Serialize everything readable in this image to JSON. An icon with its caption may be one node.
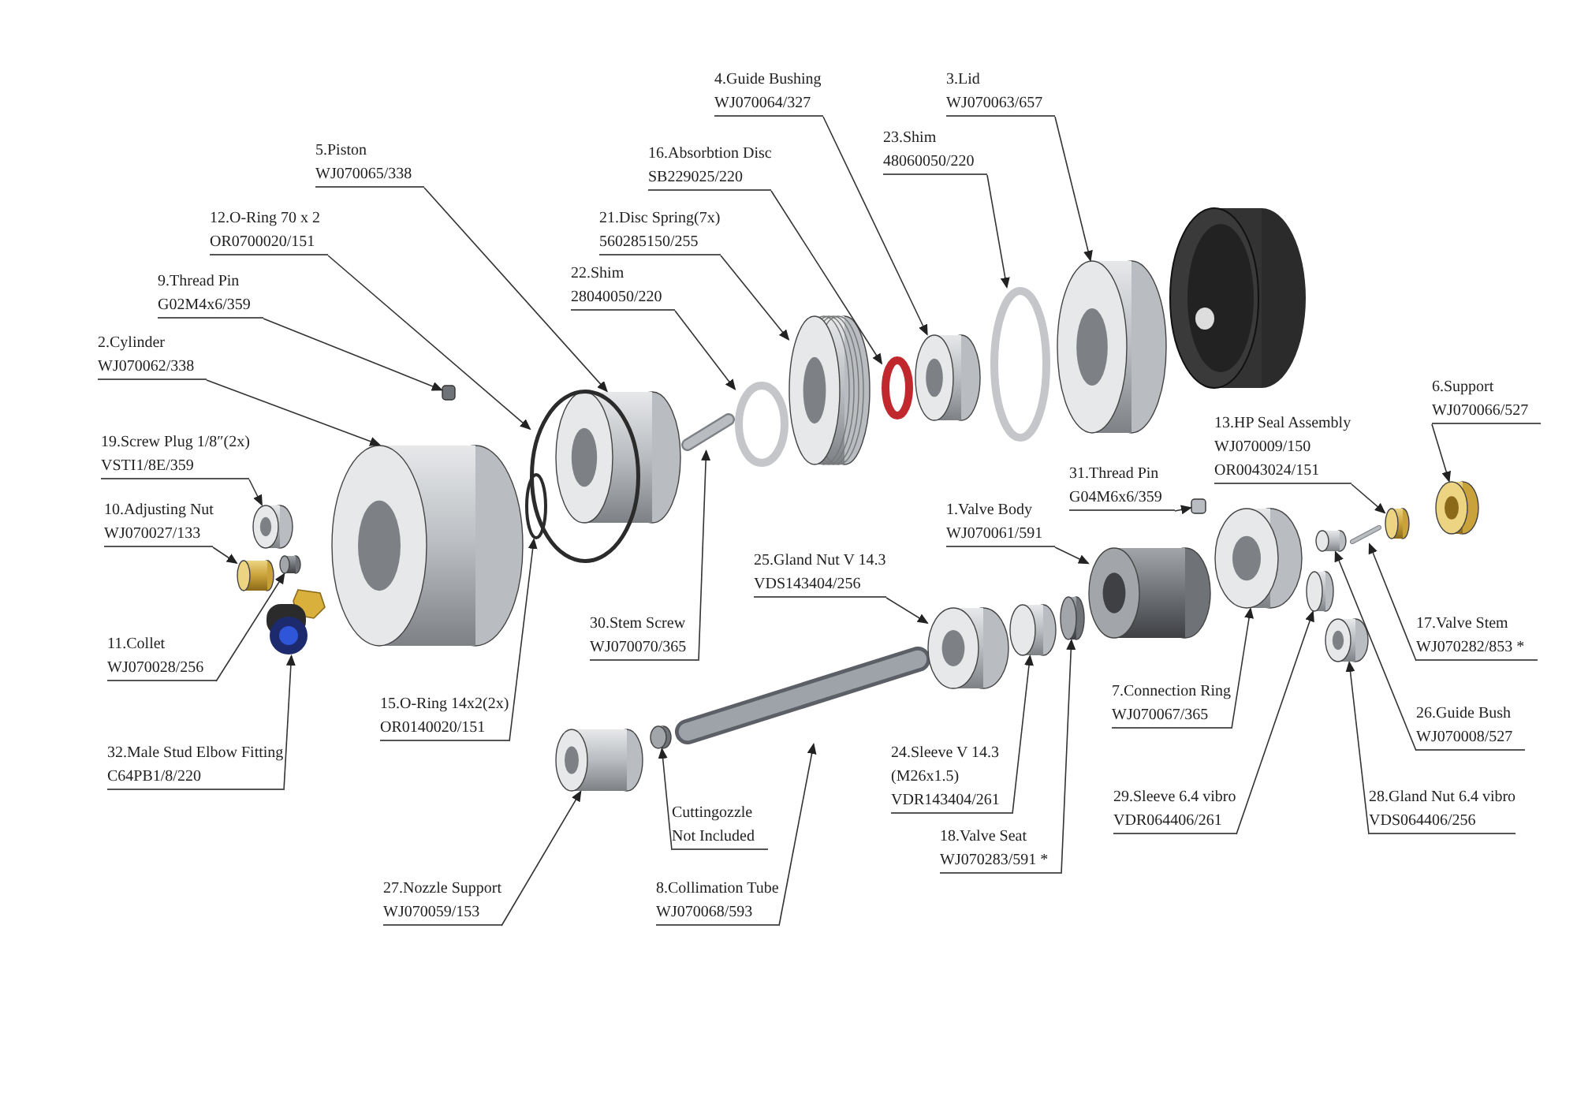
{
  "diagram": {
    "nodes": [
      {
        "text": [
          "5.Piston",
          "WJ070065/338"
        ]
      },
      {
        "text": [
          "12.O-Ring 70 x 2",
          "OR0700020/151"
        ]
      },
      {
        "text": [
          "9.Thread Pin",
          "G02M4x6/359"
        ]
      },
      {
        "text": [
          "2.Cylinder",
          "WJ070062/338"
        ]
      },
      {
        "text": [
          "19.Screw Plug 1/8″(2x)",
          "VSTI1/8E/359"
        ]
      },
      {
        "text": [
          "10.Adjusting Nut",
          "WJ070027/133"
        ]
      },
      {
        "text": [
          "11.Collet",
          "WJ070028/256"
        ]
      },
      {
        "text": [
          "32.Male Stud Elbow Fitting",
          "C64PB1/8/220"
        ]
      },
      {
        "text": [
          "4.Guide Bushing",
          "WJ070064/327"
        ]
      },
      {
        "text": [
          "3.Lid",
          "WJ070063/657"
        ]
      },
      {
        "text": [
          "16.Absorbtion Disc",
          "SB229025/220"
        ]
      },
      {
        "text": [
          "23.Shim",
          "48060050/220"
        ]
      },
      {
        "text": [
          "21.Disc Spring(7x)",
          "560285150/255"
        ]
      },
      {
        "text": [
          "22.Shim",
          "28040050/220"
        ]
      },
      {
        "text": [
          "15.O-Ring 14x2(2x)",
          "OR0140020/151"
        ]
      },
      {
        "text": [
          "30.Stem Screw",
          "WJ070070/365"
        ]
      },
      {
        "text": [
          "25.Gland Nut V 14.3",
          "VDS143404/256"
        ]
      },
      {
        "text": [
          "1.Valve Body",
          "WJ070061/591"
        ]
      },
      {
        "text": [
          "31.Thread Pin",
          "G04M6x6/359"
        ]
      },
      {
        "text": [
          "13.HP Seal Assembly",
          "WJ070009/150",
          "OR0043024/151"
        ]
      },
      {
        "text": [
          "6.Support",
          "WJ070066/527"
        ]
      },
      {
        "text": [
          "17.Valve Stem",
          "WJ070282/853 *"
        ]
      },
      {
        "text": [
          "26.Guide Bush",
          "WJ070008/527"
        ]
      },
      {
        "text": [
          "7.Connection Ring",
          "WJ070067/365"
        ]
      },
      {
        "text": [
          "24.Sleeve V 14.3",
          "(M26x1.5)",
          "VDR143404/261"
        ]
      },
      {
        "text": [
          "29.Sleeve 6.4 vibro",
          "VDR064406/261"
        ]
      },
      {
        "text": [
          "28.Gland Nut 6.4 vibro",
          "VDS064406/256"
        ]
      },
      {
        "text": [
          "18.Valve Seat",
          "WJ070283/591 *"
        ]
      },
      {
        "text": [
          "Cuttingozzle",
          "Not Included"
        ]
      },
      {
        "text": [
          "27.Nozzle Support",
          "WJ070059/153"
        ]
      },
      {
        "text": [
          "8.Collimation Tube",
          "WJ070068/593"
        ]
      },
      {
        "text": [],
        "shape": "cylinder"
      },
      {
        "text": [],
        "shape": "cylinder"
      },
      {
        "text": [],
        "shape": "cylinder"
      },
      {
        "text": [],
        "shape": "picture"
      },
      {
        "text": [],
        "shape": "cylinder"
      },
      {
        "text": [],
        "shape": "box"
      },
      {
        "text": [],
        "shape": "circle"
      },
      {
        "text": [],
        "shape": "circle"
      },
      {
        "text": [],
        "shape": "cylinder"
      },
      {
        "text": [],
        "shape": "cylinder"
      },
      {
        "text": [],
        "shape": "cylinder"
      },
      {
        "text": [],
        "shape": "bar"
      },
      {
        "text": [],
        "shape": "bar"
      },
      {
        "text": [],
        "shape": "circle"
      },
      {
        "text": [],
        "shape": "cylinder"
      },
      {
        "text": [],
        "shape": "circle"
      },
      {
        "text": [],
        "shape": "cylinder"
      },
      {
        "text": [],
        "shape": "cylinder"
      },
      {
        "text": [],
        "shape": "circle"
      },
      {
        "text": [],
        "shape": "cylinder"
      },
      {
        "text": [],
        "shape": "cylinder"
      },
      {
        "text": [],
        "shape": "cylinder"
      },
      {
        "text": [],
        "shape": "cylinder"
      },
      {
        "text": [],
        "shape": "box"
      },
      {
        "text": [],
        "shape": "cylinder"
      },
      {
        "text": [],
        "shape": "cylinder"
      },
      {
        "text": [],
        "shape": "cylinder"
      },
      {
        "text": [],
        "shape": "cylinder"
      },
      {
        "text": [],
        "shape": "bar"
      },
      {
        "text": [],
        "shape": "cylinder"
      },
      {
        "text": [],
        "shape": "cylinder"
      }
    ],
    "edges": [
      {
        "from": 0,
        "to": 39,
        "arrow": "to"
      },
      {
        "from": 1,
        "to": 38,
        "arrow": "to"
      },
      {
        "from": 2,
        "to": 36,
        "arrow": "to"
      },
      {
        "from": 3,
        "to": 35,
        "arrow": "to"
      },
      {
        "from": 4,
        "to": 32,
        "arrow": "to"
      },
      {
        "from": 5,
        "to": 31,
        "arrow": "to"
      },
      {
        "from": 6,
        "to": 33,
        "arrow": "to"
      },
      {
        "from": 7,
        "to": 34,
        "arrow": "to"
      },
      {
        "from": 8,
        "to": 47,
        "arrow": "to"
      },
      {
        "from": 9,
        "to": 51,
        "arrow": "to"
      },
      {
        "from": 10,
        "to": 46,
        "arrow": "to"
      },
      {
        "from": 11,
        "to": 49,
        "arrow": "to"
      },
      {
        "from": 12,
        "to": 45,
        "arrow": "to"
      },
      {
        "from": 13,
        "to": 44,
        "arrow": "to"
      },
      {
        "from": 14,
        "to": 37,
        "arrow": "to"
      },
      {
        "from": 15,
        "to": 42,
        "arrow": "to"
      },
      {
        "from": 16,
        "to": 48,
        "arrow": "to"
      },
      {
        "from": 17,
        "to": 53,
        "arrow": "to"
      },
      {
        "from": 18,
        "to": 54,
        "arrow": "to"
      },
      {
        "from": 19,
        "to": 60,
        "arrow": "to"
      },
      {
        "from": 20,
        "to": 61,
        "arrow": "to"
      },
      {
        "from": 21,
        "to": 59,
        "arrow": "to"
      },
      {
        "from": 22,
        "to": 58,
        "arrow": "to"
      },
      {
        "from": 23,
        "to": 55,
        "arrow": "to"
      },
      {
        "from": 24,
        "to": 50,
        "arrow": "to"
      },
      {
        "from": 25,
        "to": 56,
        "arrow": "to"
      },
      {
        "from": 26,
        "to": 57,
        "arrow": "to"
      },
      {
        "from": 27,
        "to": 52,
        "arrow": "to"
      },
      {
        "from": 28,
        "to": 41,
        "arrow": "to"
      },
      {
        "from": 29,
        "to": 40,
        "arrow": "to"
      },
      {
        "from": 30,
        "to": 43,
        "arrow": "to"
      }
    ]
  }
}
